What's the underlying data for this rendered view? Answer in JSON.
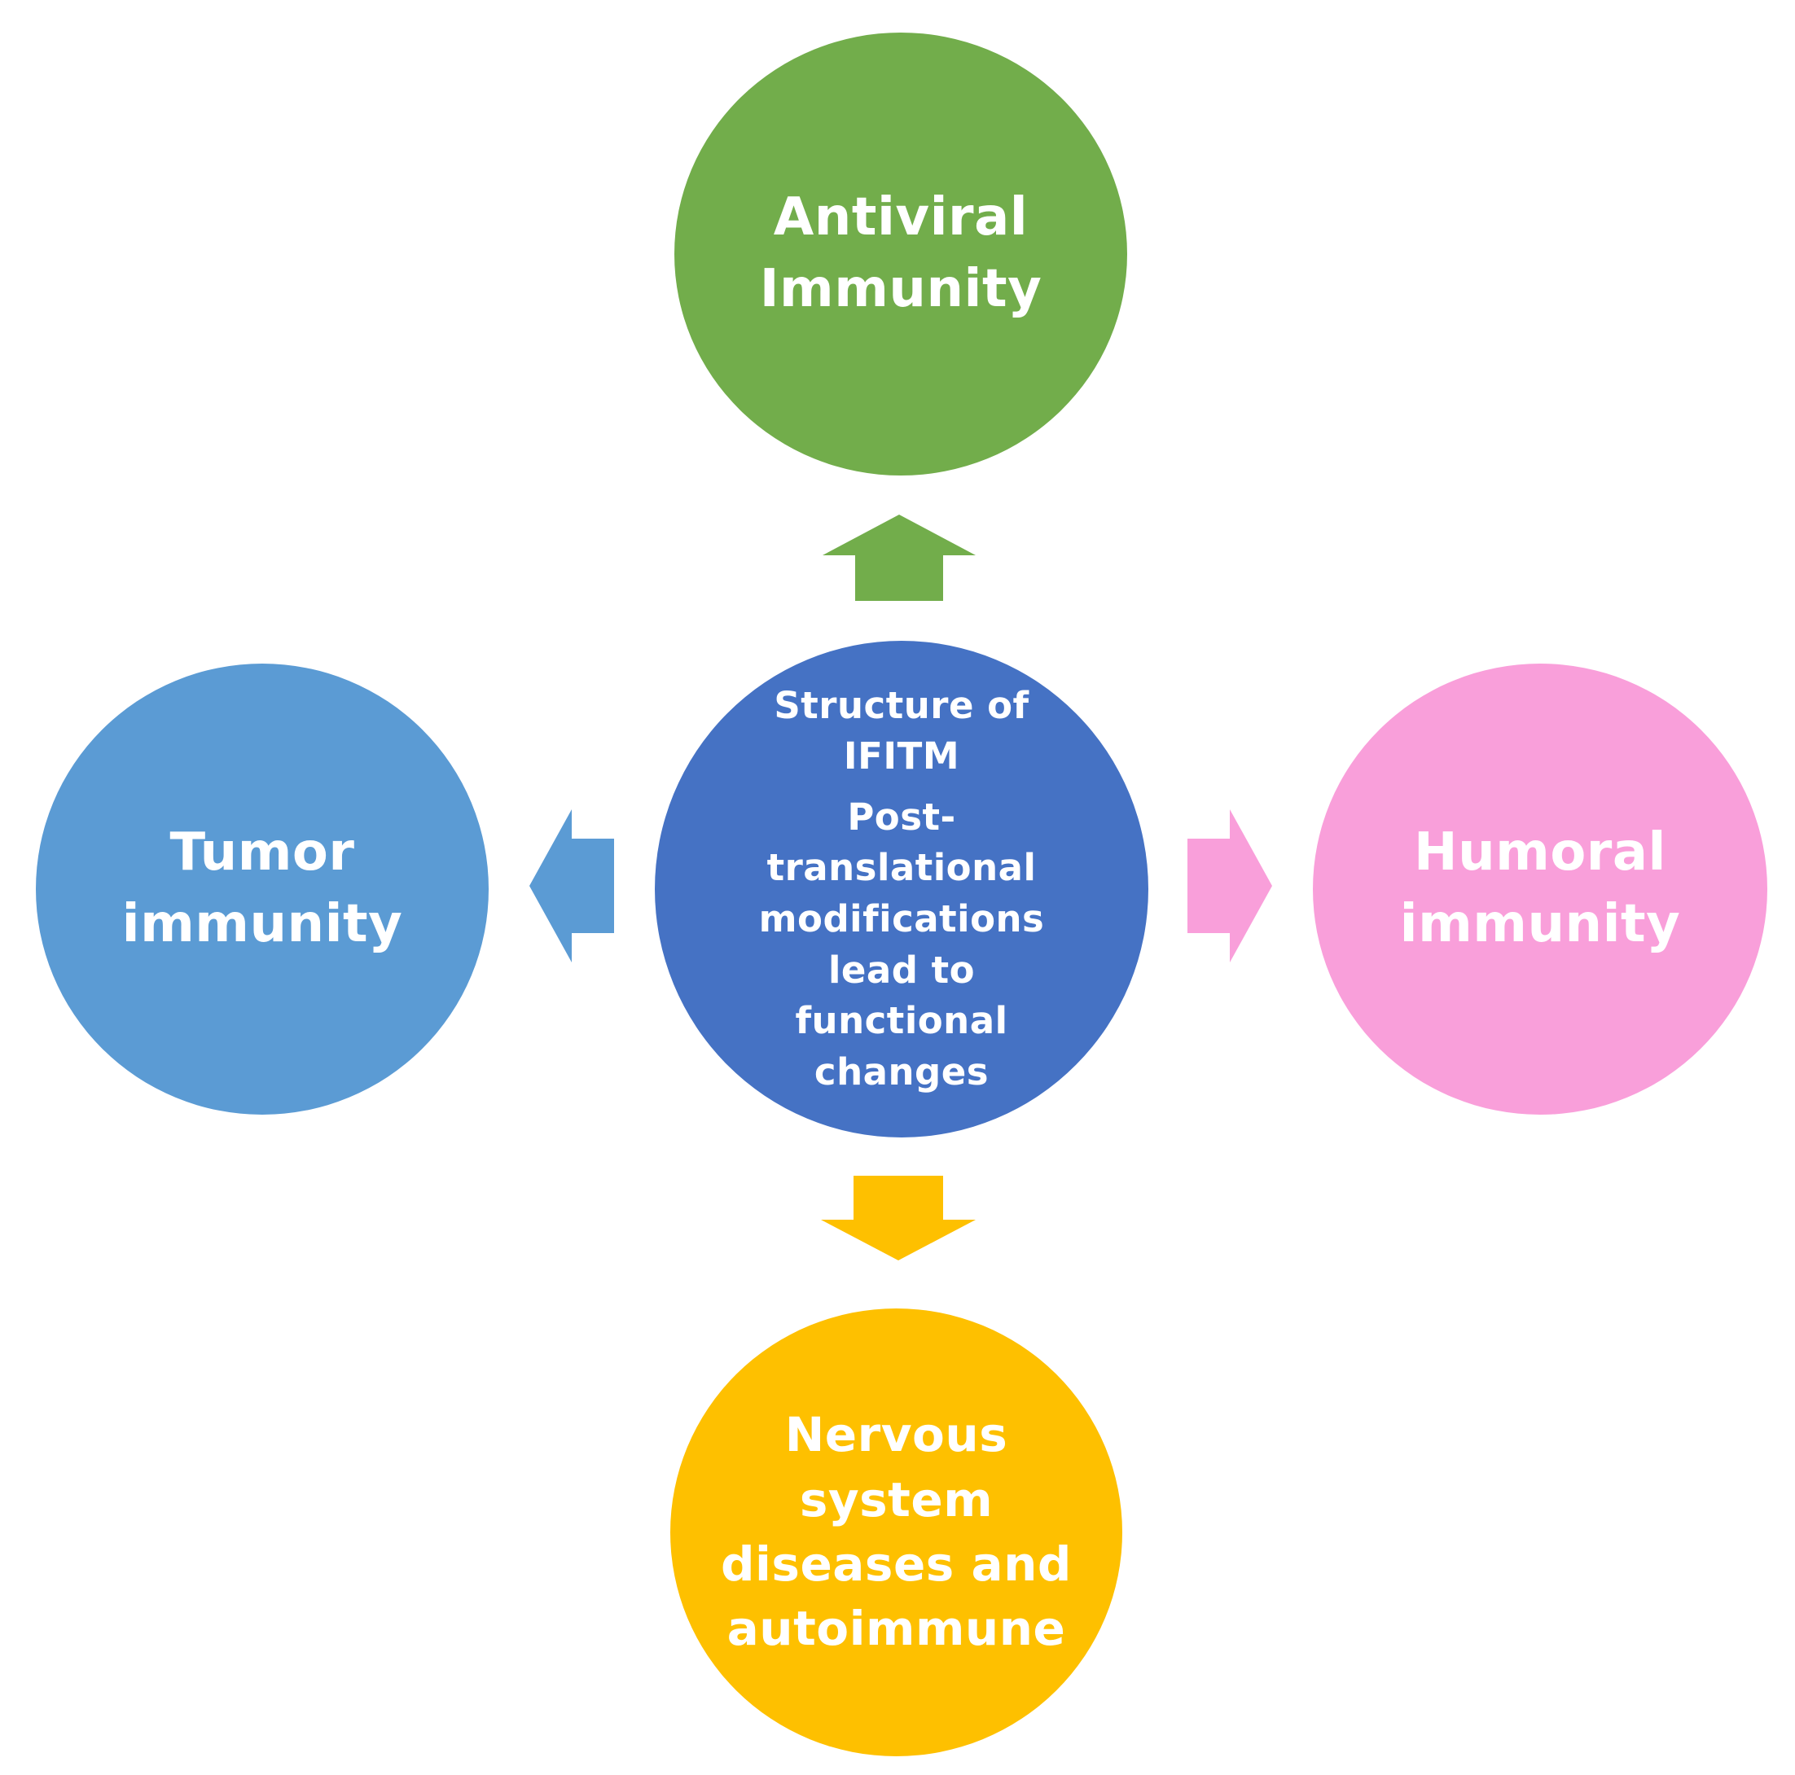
{
  "center": {
    "title": "Structure of IFITM",
    "body": "Post-translational modifications lead to functional changes",
    "color": "#4572c4"
  },
  "nodes": {
    "top": {
      "label": "Antiviral Immunity",
      "color": "#72ad4b"
    },
    "left": {
      "label": "Tumor immunity",
      "color": "#5b9bd4"
    },
    "right": {
      "label": "Humoral immunity",
      "color": "#f99fda"
    },
    "bottom": {
      "label": "Nervous system diseases and autoimmune",
      "color": "#fec000"
    }
  }
}
